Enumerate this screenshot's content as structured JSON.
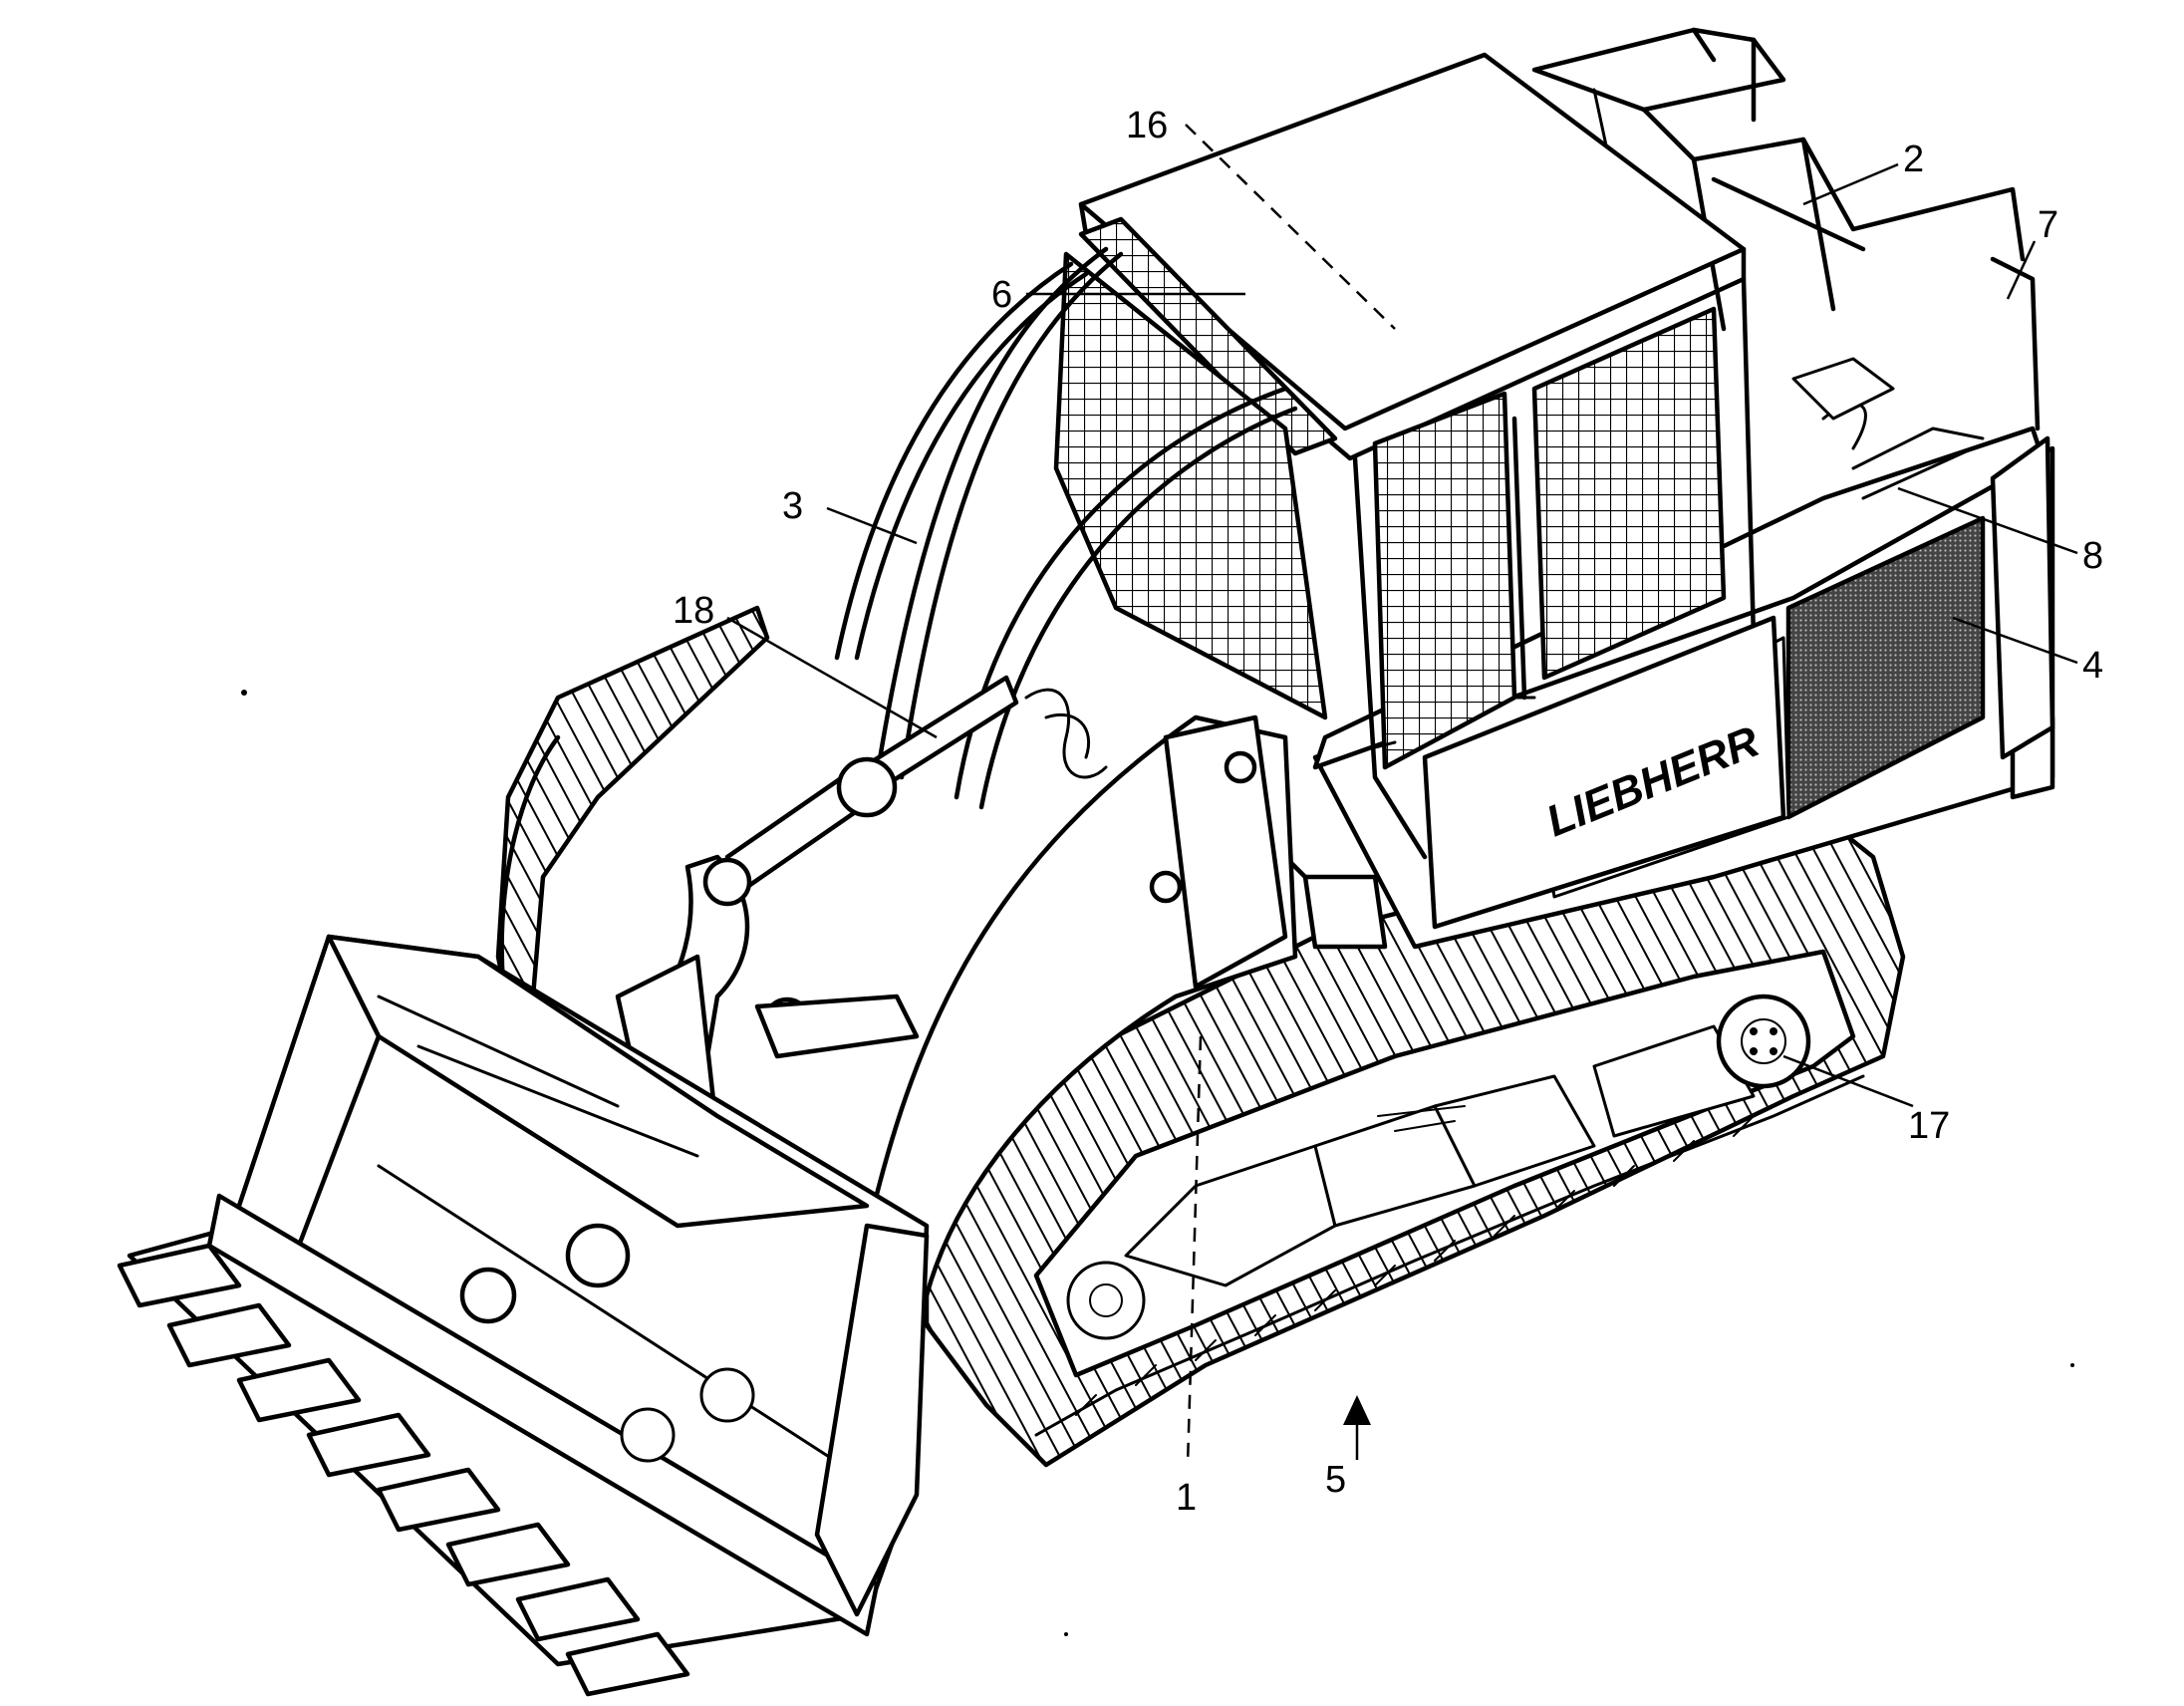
{
  "diagram": {
    "brand_text": "LIEBHERR",
    "callouts": [
      {
        "id": "1",
        "text": "1"
      },
      {
        "id": "2",
        "text": "2"
      },
      {
        "id": "3",
        "text": "3"
      },
      {
        "id": "4",
        "text": "4"
      },
      {
        "id": "5",
        "text": "5"
      },
      {
        "id": "6",
        "text": "6"
      },
      {
        "id": "7",
        "text": "7"
      },
      {
        "id": "8",
        "text": "8"
      },
      {
        "id": "16",
        "text": "16"
      },
      {
        "id": "17",
        "text": "17"
      },
      {
        "id": "18",
        "text": "18"
      }
    ]
  }
}
